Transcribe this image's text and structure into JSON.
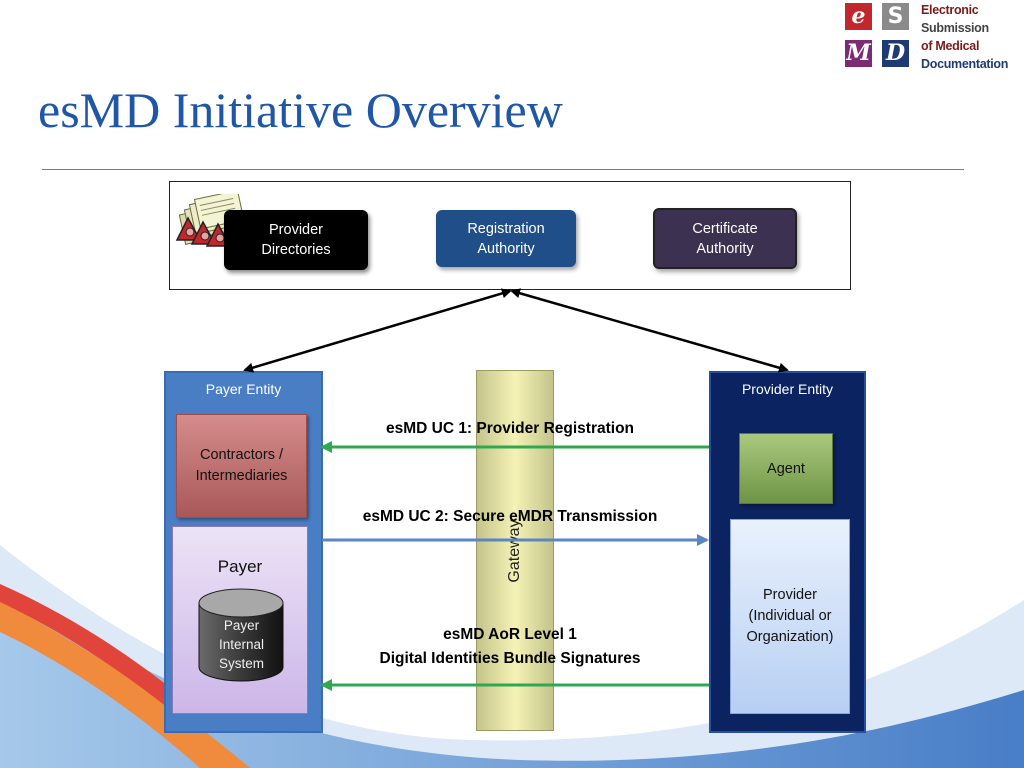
{
  "logo": {
    "tiles": [
      "e",
      "S",
      "M",
      "D"
    ],
    "lines": [
      "Electronic",
      "Submission",
      "of Medical",
      "Documentation"
    ],
    "colors": {
      "e": "#c0282d",
      "S": "#8a8a8a",
      "M": "#7a2b73",
      "D": "#1f3b73"
    }
  },
  "slide": {
    "title": "esMD Initiative Overview"
  },
  "top": {
    "provider_directories": "Provider Directories",
    "registration_authority": "Registration Authority",
    "certificate_authority": "Certificate Authority"
  },
  "payer": {
    "entity_label": "Payer Entity",
    "contractors": "Contractors / Intermediaries",
    "payer_label": "Payer",
    "internal_system": "Payer Internal System"
  },
  "provider": {
    "entity_label": "Provider Entity",
    "agent": "Agent",
    "provider_box": "Provider (Individual or Organization)"
  },
  "gateway": {
    "label": "Gateway"
  },
  "flows": {
    "uc1": "esMD UC 1: Provider Registration",
    "uc2": "esMD UC 2: Secure eMDR Transmission",
    "aor_line1": "esMD AoR Level 1",
    "aor_line2": "Digital Identities Bundle Signatures"
  },
  "colors": {
    "title": "#1f56a5",
    "rule": "#e0504d",
    "green_arrow": "#2fa84f",
    "blue_arrow": "#5a86c2"
  }
}
